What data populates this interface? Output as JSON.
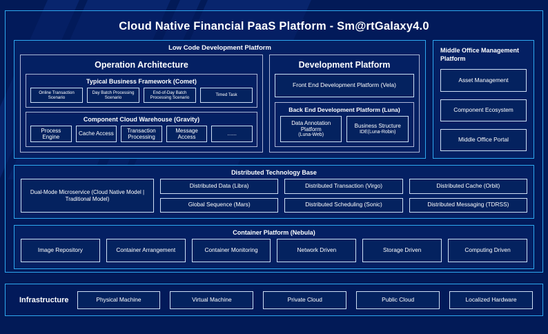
{
  "title": "Cloud Native Financial PaaS Platform - Sm@rtGalaxy4.0",
  "colors": {
    "canvas": "#021a57",
    "panel_bg": "#042063",
    "accent_border": "#2ea8f0",
    "group_border": "#aeb6d6",
    "cell_border": "#cfe0f5",
    "text": "#ffffff"
  },
  "low_code": {
    "header": "Low Code Development Platform",
    "operation_architecture": {
      "title": "Operation Architecture",
      "groups": [
        {
          "title": "Typical Business Framework (Comet)",
          "items": [
            "Online Transaction Scenario",
            "Day Batch Processing Scenario",
            "End-of-Day Batch Processing Scenario",
            "Timed Task"
          ]
        },
        {
          "title": "Component Cloud Warehouse (Gravity)",
          "items": [
            "Process Engine",
            "Cache Access",
            "Transaction Processing",
            "Message Access",
            "......"
          ]
        }
      ]
    },
    "development_platform": {
      "title": "Development Platform",
      "front_end": "Front End Development Platform (Vela)",
      "back_end": {
        "title": "Back End Development Platform (Luna)",
        "items": [
          {
            "name": "Data Annotation Platform",
            "sub": "(Luna-Web)"
          },
          {
            "name": "Business Structure",
            "sub": "IDE(Luna-Robin)"
          }
        ]
      }
    }
  },
  "middle_office": {
    "header": "Middle Office Management Platform",
    "items": [
      "Asset Management",
      "Component Ecosystem",
      "Middle Office Portal"
    ]
  },
  "distributed": {
    "header": "Distributed Technology Base",
    "dual_mode": "Dual-Mode Microservice (Cloud Native Model | Traditional Model)",
    "columns": [
      [
        "Distributed Data (Libra)",
        "Global Sequence (Mars)"
      ],
      [
        "Distributed Transaction (Virgo)",
        "Distributed Scheduling (Sonic)"
      ],
      [
        "Distributed Cache (Orbit)",
        "Distributed Messaging (TDRSS)"
      ]
    ]
  },
  "container": {
    "header": "Container Platform (Nebula)",
    "items": [
      "Image Repository",
      "Container Arrangement",
      "Container Monitoring",
      "Network Driven",
      "Storage Driven",
      "Computing Driven"
    ]
  },
  "infrastructure": {
    "label": "Infrastructure",
    "items": [
      "Physical Machine",
      "Virtual Machine",
      "Private Cloud",
      "Public Cloud",
      "Localized Hardware"
    ]
  }
}
